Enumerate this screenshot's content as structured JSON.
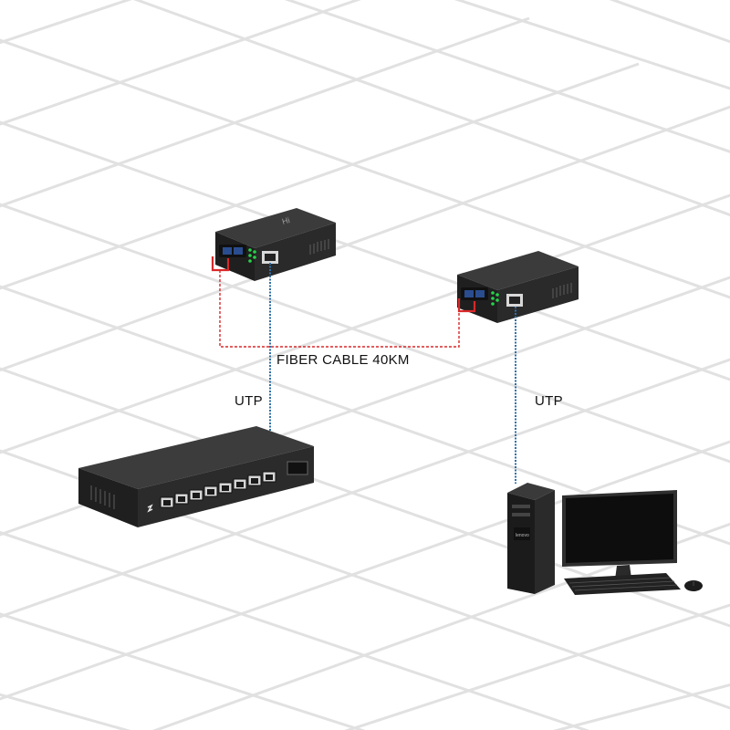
{
  "labels": {
    "fiber_cable": "FIBER CABLE 40KM",
    "utp_left": "UTP",
    "utp_right": "UTP"
  },
  "devices": {
    "left_converter": {
      "icon": "media-converter-icon",
      "logo_text": "Hi"
    },
    "right_converter": {
      "icon": "media-converter-icon"
    },
    "switch": {
      "icon": "network-switch-icon",
      "port_count": 8
    },
    "computer": {
      "icon": "desktop-computer-icon",
      "tower_brand": "lenovo"
    }
  },
  "colors": {
    "fiber_line": "#d9292a",
    "utp_line": "#2f6fa8",
    "device_body": "#2b2b2b",
    "device_top": "#3a3a3a",
    "led": "#27d34a",
    "grid": "#dcdcdc"
  }
}
